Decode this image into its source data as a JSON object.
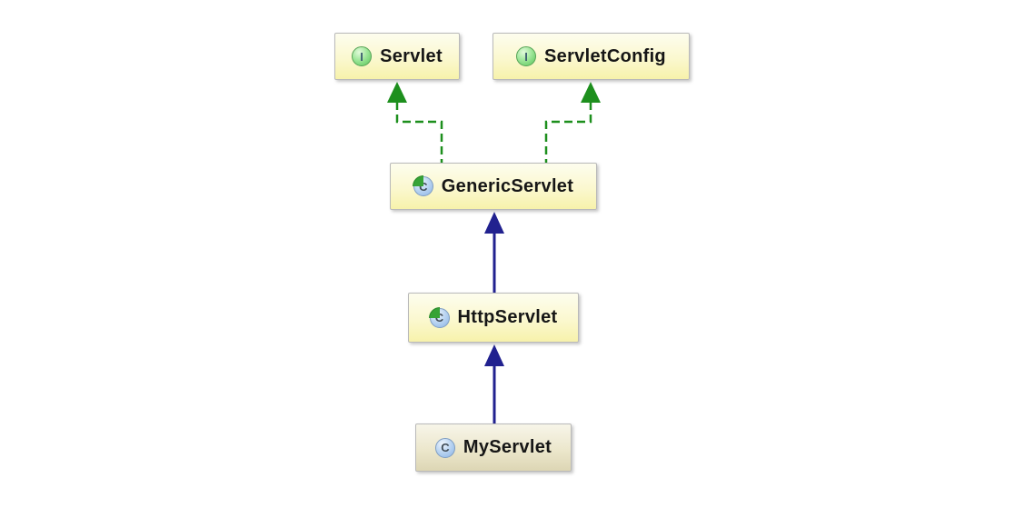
{
  "diagram": {
    "kind": "uml-class-hierarchy",
    "background_color": "#ffffff",
    "nodes": [
      {
        "id": "servlet",
        "label": "Servlet",
        "stereotype": "interface",
        "icon": "interface-icon",
        "icon_letter": "I",
        "fill": "yellow"
      },
      {
        "id": "servletconfig",
        "label": "ServletConfig",
        "stereotype": "interface",
        "icon": "interface-icon",
        "icon_letter": "I",
        "fill": "yellow"
      },
      {
        "id": "genericservlet",
        "label": "GenericServlet",
        "stereotype": "class",
        "icon": "class-icon",
        "icon_letter": "C",
        "fill": "yellow",
        "library_marker": true
      },
      {
        "id": "httpservlet",
        "label": "HttpServlet",
        "stereotype": "class",
        "icon": "class-icon",
        "icon_letter": "C",
        "fill": "yellow",
        "library_marker": true
      },
      {
        "id": "myservlet",
        "label": "MyServlet",
        "stereotype": "class",
        "icon": "class-icon",
        "icon_letter": "C",
        "fill": "beige",
        "library_marker": false
      }
    ],
    "edges": [
      {
        "from": "GenericServlet",
        "to": "Servlet",
        "relation": "implements",
        "line_style": "dashed",
        "color": "#1d8f1d"
      },
      {
        "from": "GenericServlet",
        "to": "ServletConfig",
        "relation": "implements",
        "line_style": "dashed",
        "color": "#1d8f1d"
      },
      {
        "from": "HttpServlet",
        "to": "GenericServlet",
        "relation": "extends",
        "line_style": "solid",
        "color": "#21218f"
      },
      {
        "from": "MyServlet",
        "to": "HttpServlet",
        "relation": "extends",
        "line_style": "solid",
        "color": "#21218f"
      }
    ],
    "colors": {
      "implements_green": "#1d8f1d",
      "extends_navy": "#21218f",
      "node_border": "#b9b9b9",
      "node_yellow_top": "#fdfdee",
      "node_yellow_bottom": "#f7f2ab",
      "node_beige_top": "#f7f5e9",
      "node_beige_bottom": "#ddd6b4",
      "label_text": "#161616"
    }
  }
}
